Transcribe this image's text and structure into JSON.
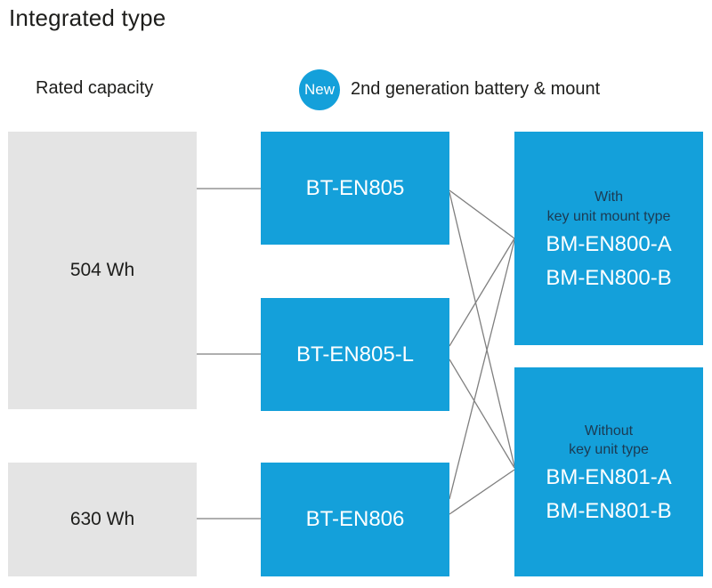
{
  "title": "Integrated type",
  "header": {
    "rated_capacity_label": "Rated capacity",
    "new_badge": "New",
    "generation_label": "2nd generation battery & mount"
  },
  "colors": {
    "accent_blue": "#14a0da",
    "capacity_gray": "#e4e4e4",
    "navy_text": "#1c3a52",
    "dark_text": "#1d1d1b",
    "connector_gray": "#7f7f7f"
  },
  "capacity_boxes": [
    {
      "label": "504 Wh"
    },
    {
      "label": "630 Wh"
    }
  ],
  "battery_boxes": [
    {
      "label": "BT-EN805"
    },
    {
      "label": "BT-EN805-L"
    },
    {
      "label": "BT-EN806"
    }
  ],
  "mount_boxes": [
    {
      "type_line1": "With",
      "type_line2": "key unit mount type",
      "models": [
        "BM-EN800-A",
        "BM-EN800-B"
      ]
    },
    {
      "type_line1": "Without",
      "type_line2": "key unit type",
      "models": [
        "BM-EN801-A",
        "BM-EN801-B"
      ]
    }
  ],
  "connections": {
    "capacity_to_battery": [
      {
        "from": "504 Wh",
        "to": "BT-EN805"
      },
      {
        "from": "504 Wh",
        "to": "BT-EN805-L"
      },
      {
        "from": "630 Wh",
        "to": "BT-EN806"
      }
    ],
    "battery_to_mount": [
      {
        "from": "BT-EN805",
        "to": "BM-EN800-A / BM-EN800-B"
      },
      {
        "from": "BT-EN805",
        "to": "BM-EN801-A / BM-EN801-B"
      },
      {
        "from": "BT-EN805-L",
        "to": "BM-EN800-A / BM-EN800-B"
      },
      {
        "from": "BT-EN805-L",
        "to": "BM-EN801-A / BM-EN801-B"
      },
      {
        "from": "BT-EN806",
        "to": "BM-EN800-A / BM-EN800-B"
      },
      {
        "from": "BT-EN806",
        "to": "BM-EN801-A / BM-EN801-B"
      }
    ]
  }
}
